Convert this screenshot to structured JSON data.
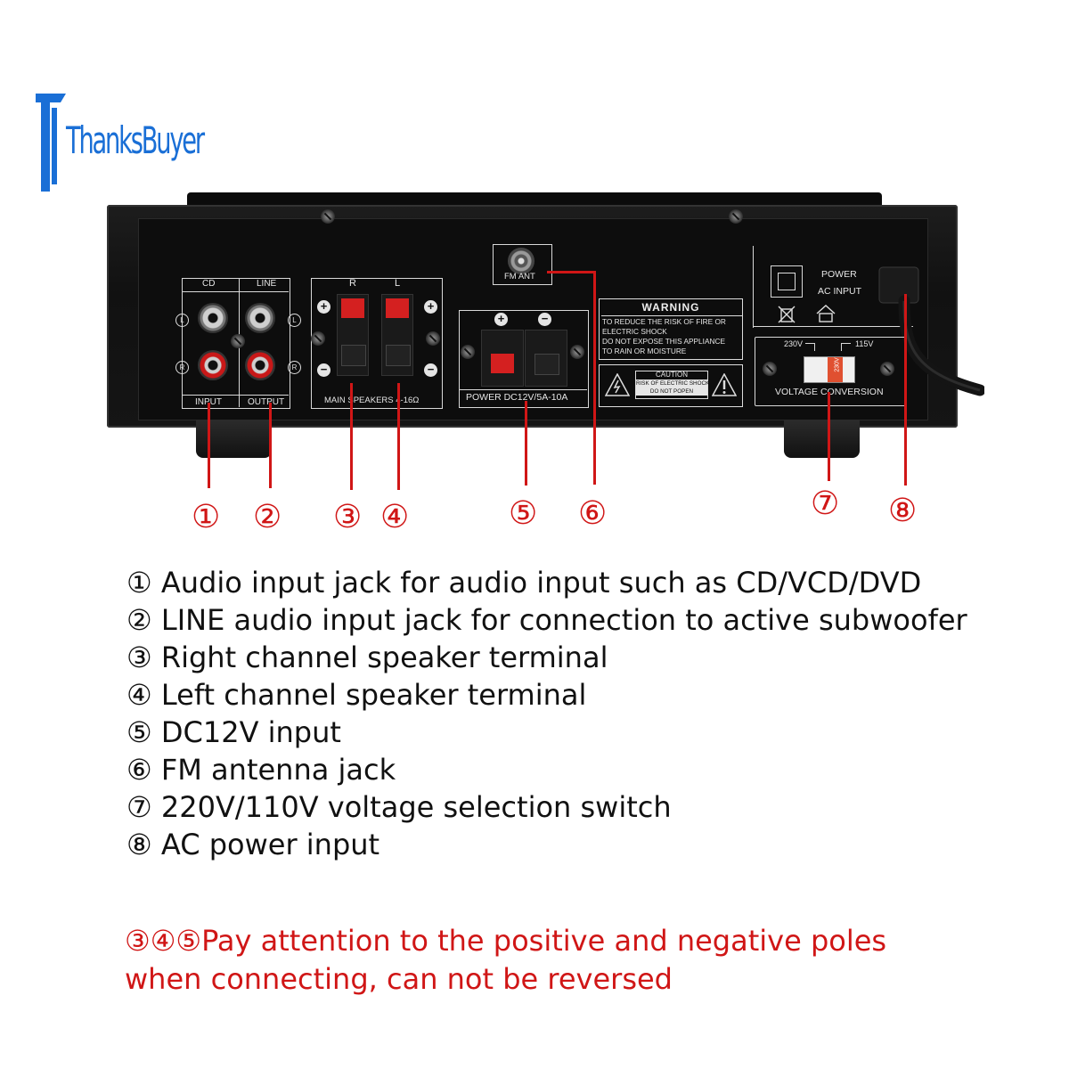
{
  "brand": {
    "logo_text": "ThanksBuyer",
    "color": "#1a6fd6"
  },
  "panel_labels": {
    "cd": "CD",
    "line": "LINE",
    "input": "INPUT",
    "output": "OUTPUT",
    "l": "L",
    "r": "R",
    "speaker_r": "R",
    "speaker_l": "L",
    "main_speakers": "MAIN SPEAKERS 4-16Ω",
    "fm_ant": "FM ANT",
    "power_dc": "POWER  DC12V/5A-10A",
    "warning_title": "WARNING",
    "warning_lines": [
      "TO REDUCE THE RISK OF FIRE OR",
      "ELECTRIC SHOCK",
      "DO NOT EXPOSE THIS APPLIANCE",
      "TO RAIN OR MOISTURE"
    ],
    "caution_title": "CAUTION",
    "caution_lines": [
      "RISK OF ELECTRIC SHOCK",
      "DO NOT POPEN"
    ],
    "power": "POWER",
    "ac_input": "AC INPUT",
    "v230": "230V",
    "v115": "115V",
    "switch_label": "230V",
    "voltage_conversion": "VOLTAGE CONVERSION",
    "plus": "+",
    "minus": "−"
  },
  "callouts": [
    "①",
    "②",
    "③",
    "④",
    "⑤",
    "⑥",
    "⑦",
    "⑧"
  ],
  "descriptions": [
    "① Audio input jack for audio input such as CD/VCD/DVD",
    "② LINE audio input jack for connection to active subwoofer",
    "③ Right channel speaker terminal",
    "④ Left channel speaker terminal",
    "⑤ DC12V input",
    "⑥ FM antenna jack",
    "⑦ 220V/110V voltage selection switch",
    "⑧ AC power input"
  ],
  "note_lines": [
    "③④⑤Pay attention to the positive and negative poles",
    "when connecting, can not be reversed"
  ],
  "colors": {
    "callout_red": "#d01616",
    "text": "#111111"
  }
}
